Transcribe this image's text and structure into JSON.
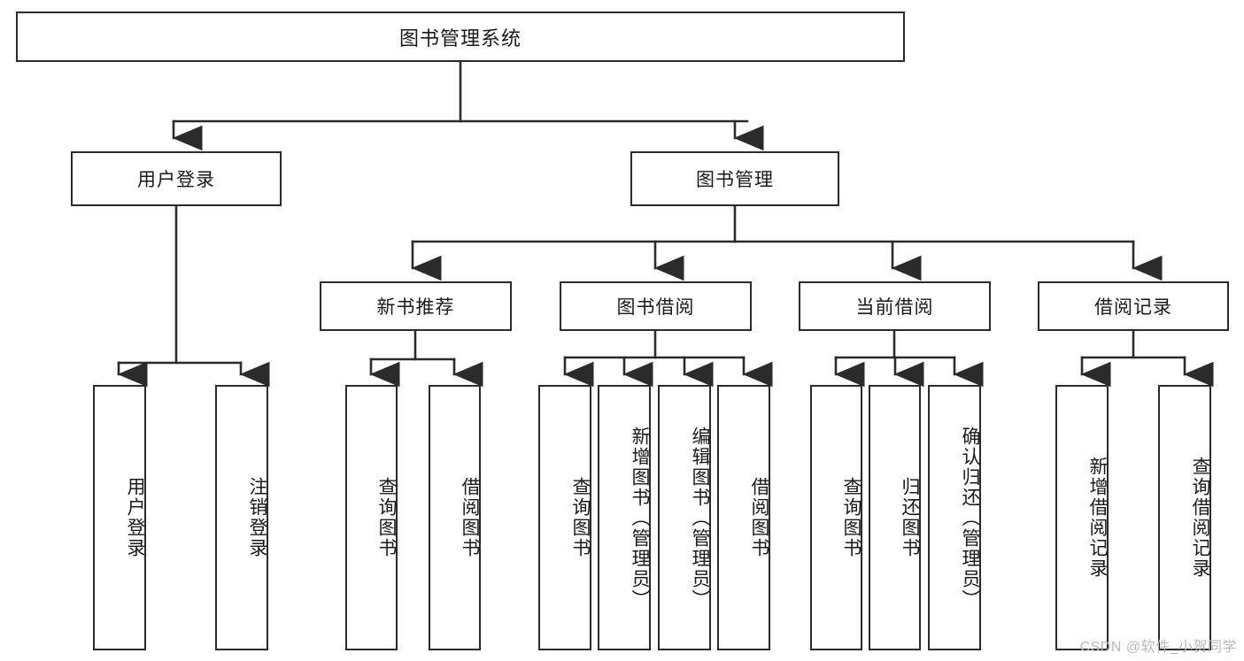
{
  "diagram": {
    "title": "图书管理系统",
    "type": "hierarchy-tree",
    "watermark": "CSDN @软件_小贺同学",
    "colors": {
      "box_border": "#2b2b2b",
      "box_fill": "#ffffff",
      "connector": "#2b2b2b",
      "text": "#1a1a1a",
      "watermark": "#b9b9b9"
    },
    "levels": {
      "level1": "root",
      "level2": "modules",
      "level3": "sub-modules",
      "level4": "functions"
    }
  },
  "nodes": {
    "root": {
      "label": "图书管理系统",
      "orientation": "horizontal"
    },
    "level2": [
      {
        "id": "user-login",
        "label": "用户登录",
        "orientation": "horizontal"
      },
      {
        "id": "book-management",
        "label": "图书管理",
        "orientation": "horizontal"
      }
    ],
    "level3": [
      {
        "id": "new-book-recommend",
        "label": "新书推荐",
        "orientation": "horizontal",
        "parent": "book-management"
      },
      {
        "id": "book-borrow",
        "label": "图书借阅",
        "orientation": "horizontal",
        "parent": "book-management"
      },
      {
        "id": "current-borrow",
        "label": "当前借阅",
        "orientation": "horizontal",
        "parent": "book-management"
      },
      {
        "id": "borrow-record",
        "label": "借阅记录",
        "orientation": "horizontal",
        "parent": "book-management"
      }
    ],
    "leaves": {
      "user_login": [
        {
          "id": "leaf-user-login",
          "label": "用户登录"
        },
        {
          "id": "leaf-logout-login",
          "label": "注销登录"
        }
      ],
      "new_book_recommend": [
        {
          "id": "leaf-query-book-1",
          "label": "查询图书"
        },
        {
          "id": "leaf-borrow-book-1",
          "label": "借阅图书"
        }
      ],
      "book_borrow": [
        {
          "id": "leaf-query-book-2",
          "label": "查询图书"
        },
        {
          "id": "leaf-add-book",
          "label": "新增图书（管理员）"
        },
        {
          "id": "leaf-edit-book",
          "label": "编辑图书（管理员）"
        },
        {
          "id": "leaf-borrow-book-2",
          "label": "借阅图书"
        }
      ],
      "current_borrow": [
        {
          "id": "leaf-query-book-3",
          "label": "查询图书"
        },
        {
          "id": "leaf-return-book",
          "label": "归还图书"
        },
        {
          "id": "leaf-confirm-return",
          "label": "确认归还（管理员）"
        }
      ],
      "borrow_record": [
        {
          "id": "leaf-add-record",
          "label": "新增借阅记录"
        },
        {
          "id": "leaf-query-record",
          "label": "查询借阅记录"
        }
      ]
    }
  }
}
